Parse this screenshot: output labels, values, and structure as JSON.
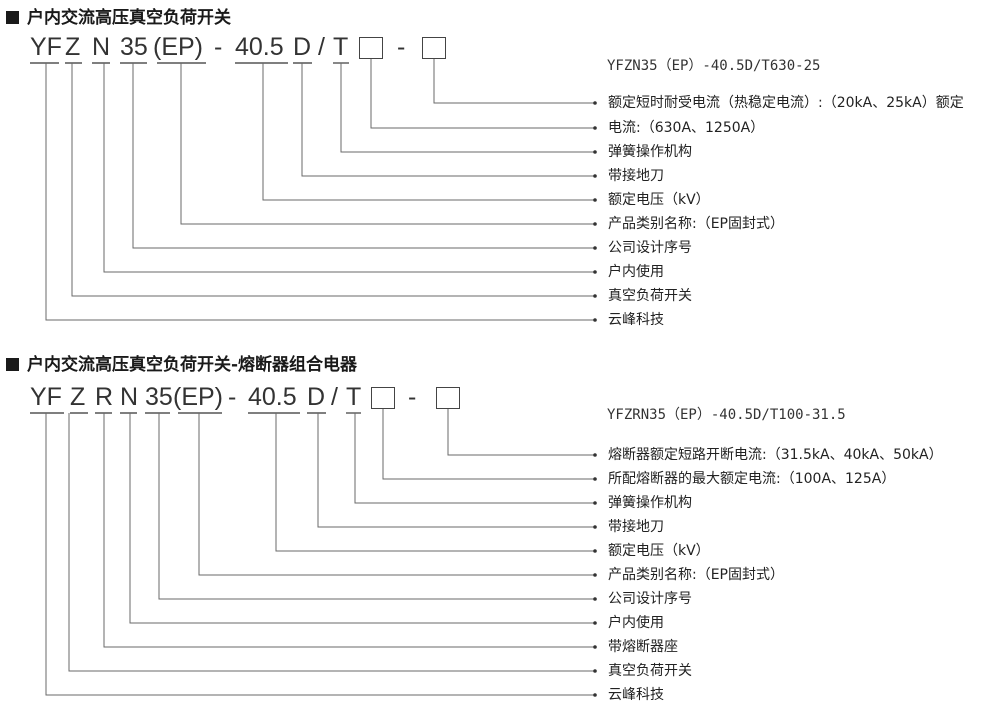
{
  "section1": {
    "title": "户内交流高压真空负荷开关",
    "model_parts": [
      "YF",
      "Z",
      "N",
      "35",
      "(EP)",
      "-",
      "40.5",
      "D",
      "/",
      "T",
      "-"
    ],
    "example": "YFZN35（EP）-40.5D/T630-25",
    "labels": [
      "额定短时耐受电流（热稳定电流）:（20kA、25kA）额定",
      "电流:（630A、1250A）",
      "弹簧操作机构",
      "带接地刀",
      "额定电压（kV）",
      "产品类别名称:（EP固封式）",
      "公司设计序号",
      "户内使用",
      "真空负荷开关",
      "云峰科技"
    ]
  },
  "section2": {
    "title": "户内交流高压真空负荷开关-熔断器组合电器",
    "model_parts": [
      "YF",
      "Z",
      "R",
      "N",
      "35",
      "(EP)",
      "-",
      "40.5",
      "D",
      "/",
      "T",
      "-"
    ],
    "example": "YFZRN35（EP）-40.5D/T100-31.5",
    "labels": [
      "熔断器额定短路开断电流:（31.5kA、40kA、50kA）",
      "所配熔断器的最大额定电流:（100A、125A）",
      "弹簧操作机构",
      "带接地刀",
      "额定电压（kV）",
      "产品类别名称:（EP固封式）",
      "公司设计序号",
      "户内使用",
      "带熔断器座",
      "真空负荷开关",
      "云峰科技"
    ]
  }
}
